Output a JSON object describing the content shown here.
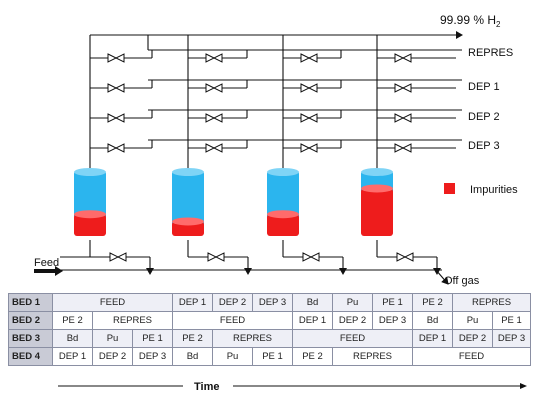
{
  "labels": {
    "product": "99.99 % H",
    "product_sub": "2",
    "repres": "REPRES",
    "dep1": "DEP 1",
    "dep2": "DEP 2",
    "dep3": "DEP 3",
    "impurities": "Impurities",
    "feed": "Feed",
    "offgas": "Off gas",
    "time": "Time"
  },
  "colors": {
    "gas": "#2bb5ee",
    "impurity": "#ee1c1c",
    "line": "#111111"
  },
  "beds": [
    {
      "impurity_fraction": 0.33
    },
    {
      "impurity_fraction": 0.22
    },
    {
      "impurity_fraction": 0.33
    },
    {
      "impurity_fraction": 0.72
    }
  ],
  "schedule": {
    "columns": 12,
    "rows": [
      {
        "bed": "BED 1",
        "cells": [
          {
            "label": "FEED",
            "span": 3
          },
          {
            "label": "DEP 1",
            "span": 1
          },
          {
            "label": "DEP 2",
            "span": 1
          },
          {
            "label": "DEP 3",
            "span": 1
          },
          {
            "label": "Bd",
            "span": 1
          },
          {
            "label": "Pu",
            "span": 1
          },
          {
            "label": "PE 1",
            "span": 1
          },
          {
            "label": "PE 2",
            "span": 1
          },
          {
            "label": "REPRES",
            "span": 2
          }
        ]
      },
      {
        "bed": "BED 2",
        "cells": [
          {
            "label": "PE 2",
            "span": 1
          },
          {
            "label": "REPRES",
            "span": 2
          },
          {
            "label": "FEED",
            "span": 3
          },
          {
            "label": "DEP 1",
            "span": 1
          },
          {
            "label": "DEP 2",
            "span": 1
          },
          {
            "label": "DEP 3",
            "span": 1
          },
          {
            "label": "Bd",
            "span": 1
          },
          {
            "label": "Pu",
            "span": 1
          },
          {
            "label": "PE 1",
            "span": 1
          }
        ]
      },
      {
        "bed": "BED 3",
        "cells": [
          {
            "label": "Bd",
            "span": 1
          },
          {
            "label": "Pu",
            "span": 1
          },
          {
            "label": "PE 1",
            "span": 1
          },
          {
            "label": "PE 2",
            "span": 1
          },
          {
            "label": "REPRES",
            "span": 2
          },
          {
            "label": "FEED",
            "span": 3
          },
          {
            "label": "DEP 1",
            "span": 1
          },
          {
            "label": "DEP 2",
            "span": 1
          },
          {
            "label": "DEP 3",
            "span": 1
          }
        ]
      },
      {
        "bed": "BED 4",
        "cells": [
          {
            "label": "DEP 1",
            "span": 1
          },
          {
            "label": "DEP 2",
            "span": 1
          },
          {
            "label": "DEP 3",
            "span": 1
          },
          {
            "label": "Bd",
            "span": 1
          },
          {
            "label": "Pu",
            "span": 1
          },
          {
            "label": "PE 1",
            "span": 1
          },
          {
            "label": "PE 2",
            "span": 1
          },
          {
            "label": "REPRES",
            "span": 2
          },
          {
            "label": "FEED",
            "span": 3
          }
        ]
      }
    ]
  }
}
